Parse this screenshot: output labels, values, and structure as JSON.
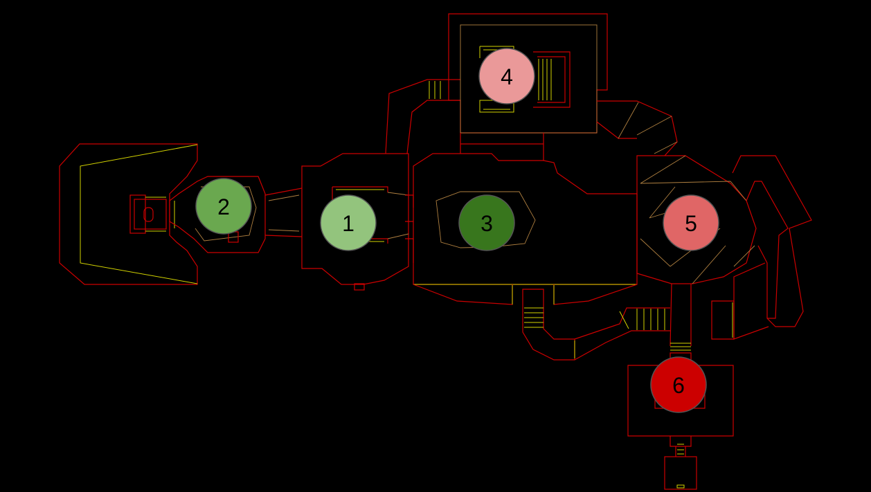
{
  "background": "#000000",
  "colors": {
    "wall": "#cc0000",
    "step": "#d4d400",
    "floor": "#b08040"
  },
  "markers": [
    {
      "label": "1",
      "color": "#93c47d"
    },
    {
      "label": "2",
      "color": "#6aa84f"
    },
    {
      "label": "3",
      "color": "#38761d"
    },
    {
      "label": "4",
      "color": "#ea9999"
    },
    {
      "label": "5",
      "color": "#e06666"
    },
    {
      "label": "6",
      "color": "#cc0000"
    }
  ]
}
